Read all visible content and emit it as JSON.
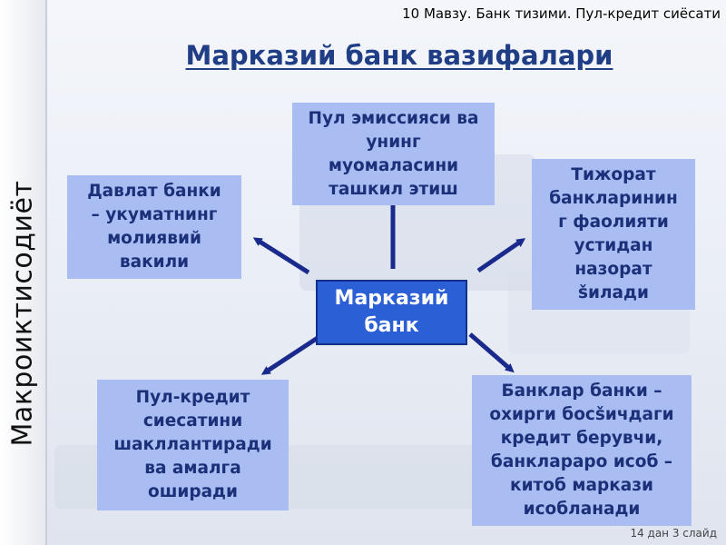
{
  "header": {
    "breadcrumb": "10 Мавзу. Банк тизими. Пул-кредит сиёсати"
  },
  "sidebar": {
    "label": "Макроиктисодиёт"
  },
  "title": "Марказий банк вазифалари",
  "center": {
    "label": "Марказий\nбанк"
  },
  "functions": [
    {
      "id": "top",
      "text": "Пул эмиссияси ва\nунинг\nмуомаласини\nташкил этиш"
    },
    {
      "id": "left",
      "text": "Давлат банки\n– укуматнинг\nмолиявий\nвакили"
    },
    {
      "id": "right",
      "text": "Тижорат\nбанкларинин\nг фаолияти\nустидан\nназорат\nšилади"
    },
    {
      "id": "bottom-left",
      "text": "Пул-кредит\nсиесатини\nшакллантиради\nва амалга\nоширади"
    },
    {
      "id": "bottom-right",
      "text": "Банклар банки –\nохирги босšичдаги\nкредит берувчи,\nбанклараро  исоб –\nкитоб маркази\nисобланади"
    }
  ],
  "footer": {
    "slide_counter": "14 дан 3 слайд"
  },
  "colors": {
    "box_bg": "#a9bdf3",
    "box_text": "#1b3079",
    "center_bg": "#2b5fd6",
    "arrow": "#1a2a8c",
    "title": "#1f3e86"
  }
}
